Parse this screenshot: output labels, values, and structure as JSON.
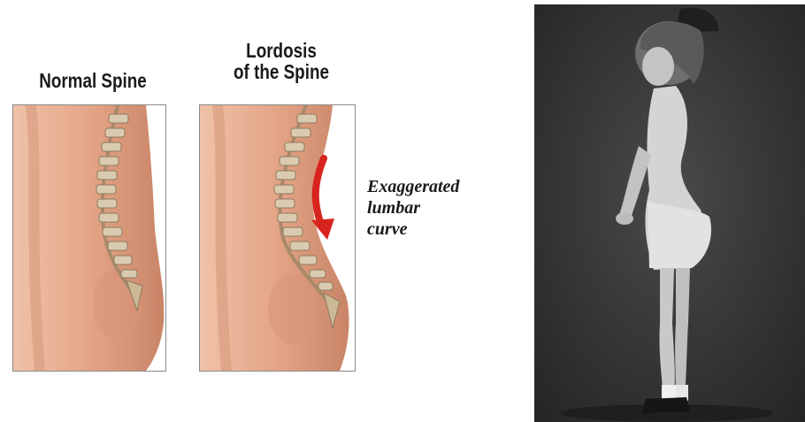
{
  "normal_spine": {
    "title": "Normal Spine"
  },
  "lordosis": {
    "title_line1": "Lordosis",
    "title_line2": "of the Spine"
  },
  "annotation": {
    "line1": "Exaggerated",
    "line2": "lumbar",
    "line3": "curve",
    "arrow_color": "#d8241f"
  },
  "colors": {
    "skin": "#e6a98c",
    "skin_shadow": "#c98466",
    "vertebra": "#d8c9a8",
    "photo_background": "#3a3a3a"
  }
}
